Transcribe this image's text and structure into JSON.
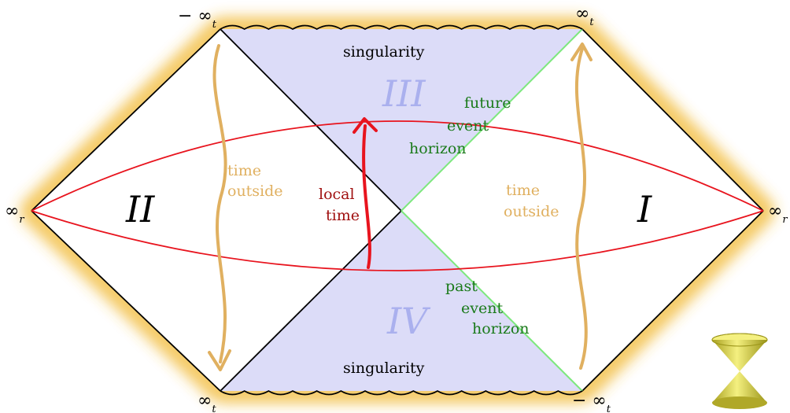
{
  "regions": {
    "I": "I",
    "II": "II",
    "III": "III",
    "IV": "IV"
  },
  "labels": {
    "singularity_top": "singularity",
    "singularity_bottom": "singularity",
    "future_horizon": [
      "future",
      "event",
      "horizon"
    ],
    "past_horizon": [
      "past",
      "event",
      "horizon"
    ],
    "local_time": [
      "local",
      "time"
    ],
    "time_outside_left": [
      "time",
      "outside"
    ],
    "time_outside_right": [
      "time",
      "outside"
    ]
  },
  "corners": {
    "top_left": {
      "prefix": "− ∞",
      "sub": "t"
    },
    "top_right": {
      "prefix": "∞",
      "sub": "t"
    },
    "bottom_left": {
      "prefix": "∞",
      "sub": "t"
    },
    "bottom_right": {
      "prefix": "− ∞",
      "sub": "t"
    },
    "left": {
      "prefix": "∞",
      "sub": "r"
    },
    "right": {
      "prefix": "∞",
      "sub": "r"
    }
  },
  "colors": {
    "glow": "#f0b830",
    "shaded": "#dcdcf8",
    "red": "#e8141e",
    "dark_red": "#a01010",
    "tan": "#e0b060",
    "green": "#1a7a1a",
    "horizon_line": "#7ee87e",
    "region_label": "#aab0ee",
    "cone": "#d8d030"
  },
  "icons": {
    "light_cone": "light-cone-icon"
  }
}
